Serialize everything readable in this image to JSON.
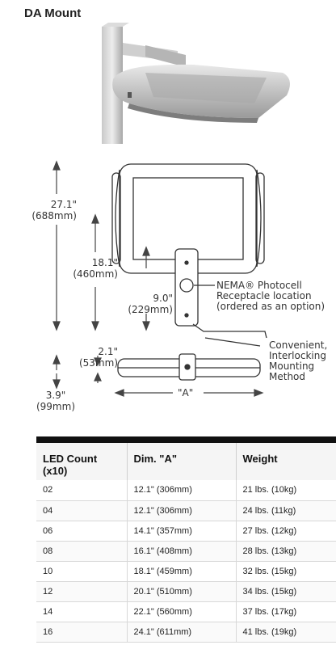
{
  "title": "DA Mount",
  "dimensions": {
    "overall_height": "27.1\"",
    "overall_height_mm": "(688mm)",
    "pole_height": "18.1\"",
    "pole_height_mm": "(460mm)",
    "arm_height": "9.0\"",
    "arm_height_mm": "(229mm)",
    "side_thickness": "2.1\"",
    "side_thickness_mm": "(53mm)",
    "side_height": "3.9\"",
    "side_height_mm": "(99mm)",
    "width_label": "\"A\""
  },
  "notes": {
    "nema_line1": "NEMA® Photocell",
    "nema_line2": "Receptacle location",
    "nema_line3": "(ordered as an option)",
    "mount_line1": "Convenient,",
    "mount_line2": "Interlocking",
    "mount_line3": "Mounting",
    "mount_line4": "Method"
  },
  "table": {
    "headers": [
      "LED Count\n(x10)",
      "Dim. \"A\"",
      "Weight"
    ],
    "rows": [
      [
        "02",
        "12.1\" (306mm)",
        "21 lbs. (10kg)"
      ],
      [
        "04",
        "12.1\" (306mm)",
        "24 lbs. (11kg)"
      ],
      [
        "06",
        "14.1\" (357mm)",
        "27 lbs. (12kg)"
      ],
      [
        "08",
        "16.1\" (408mm)",
        "28 lbs. (13kg)"
      ],
      [
        "10",
        "18.1\" (459mm)",
        "32 lbs. (15kg)"
      ],
      [
        "12",
        "20.1\" (510mm)",
        "34 lbs. (15kg)"
      ],
      [
        "14",
        "22.1\" (560mm)",
        "37 lbs. (17kg)"
      ],
      [
        "16",
        "24.1\" (611mm)",
        "41 lbs. (19kg)"
      ]
    ]
  }
}
